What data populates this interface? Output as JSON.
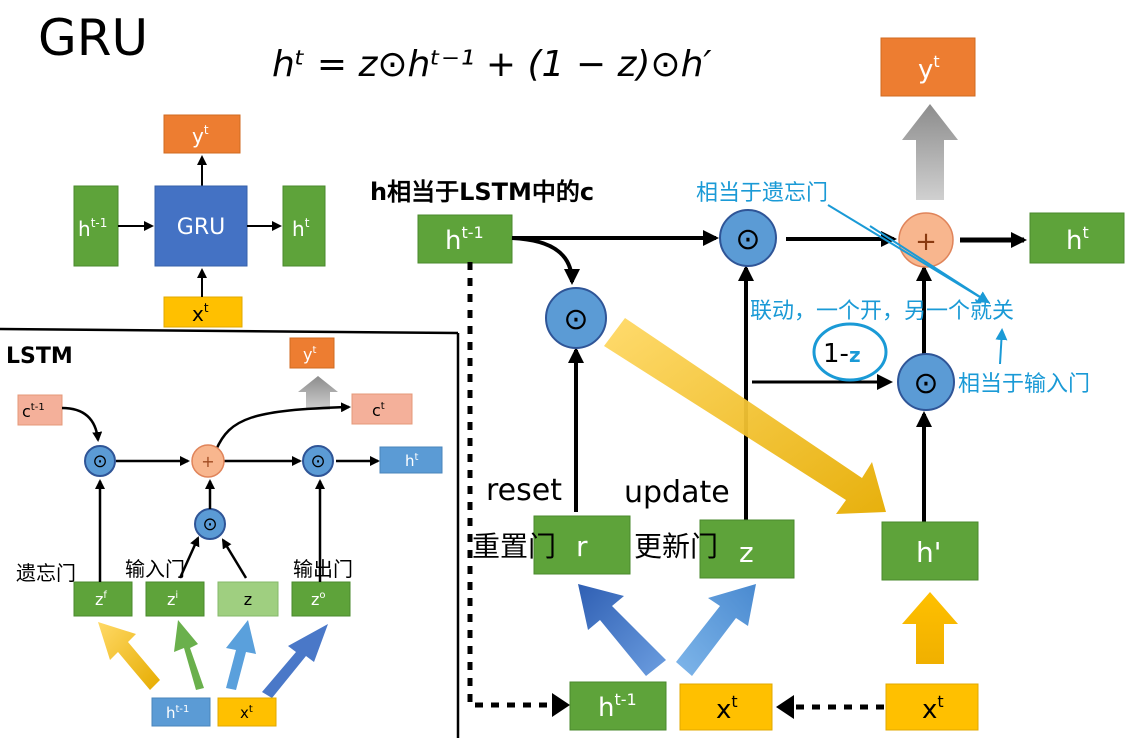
{
  "title": "GRU",
  "formula": "hᵗ = z⊙hᵗ⁻¹ + (1 − z)⊙h′",
  "small_gru": {
    "core_label": "GRU",
    "input_h": "h",
    "input_h_sup": "t-1",
    "output_h": "h",
    "output_h_sup": "t",
    "output_y": "y",
    "output_y_sup": "t",
    "input_x": "x",
    "input_x_sup": "t"
  },
  "lstm": {
    "title": "LSTM",
    "c_prev": "c",
    "c_prev_sup": "t-1",
    "c_next": "c",
    "c_next_sup": "t",
    "h_next": "h",
    "h_next_sup": "t",
    "y": "y",
    "y_sup": "t",
    "forget_gate_label": "遗忘门",
    "input_gate_label": "输入门",
    "output_gate_label": "输出门",
    "z_f": "z",
    "z_f_sup": "f",
    "z_i": "z",
    "z_i_sup": "i",
    "z": "z",
    "z_o": "z",
    "z_o_sup": "o",
    "h_prev": "h",
    "h_prev_sup": "t-1",
    "x": "x",
    "x_sup": "t"
  },
  "main": {
    "h_note": "h相当于LSTM中的c",
    "h_prev": "h",
    "h_prev_sup": "t-1",
    "h_next": "h",
    "h_next_sup": "t",
    "y": "y",
    "y_sup": "t",
    "forget_note": "相当于遗忘门",
    "linked_note": "联动，一个开，另一个就关",
    "input_note": "相当于输入门",
    "one_minus": "1-",
    "one_minus_z": "z",
    "reset_label": "reset",
    "update_label": "update",
    "reset_gate_label": "重置门",
    "reset_gate_box": "r",
    "update_gate_label": "更新门",
    "update_gate_box": "z",
    "h_prime": "h'",
    "bottom_h": "h",
    "bottom_h_sup": "t-1",
    "bottom_x1": "x",
    "bottom_x1_sup": "t",
    "bottom_x2": "x",
    "bottom_x2_sup": "t"
  },
  "colors": {
    "green": "#5ea33a",
    "yellow": "#ffc000",
    "orange": "#ed7d31",
    "blue": "#5b9bd5",
    "gru_blue": "#4472c4",
    "annotation_cyan": "#1a9ad6"
  }
}
